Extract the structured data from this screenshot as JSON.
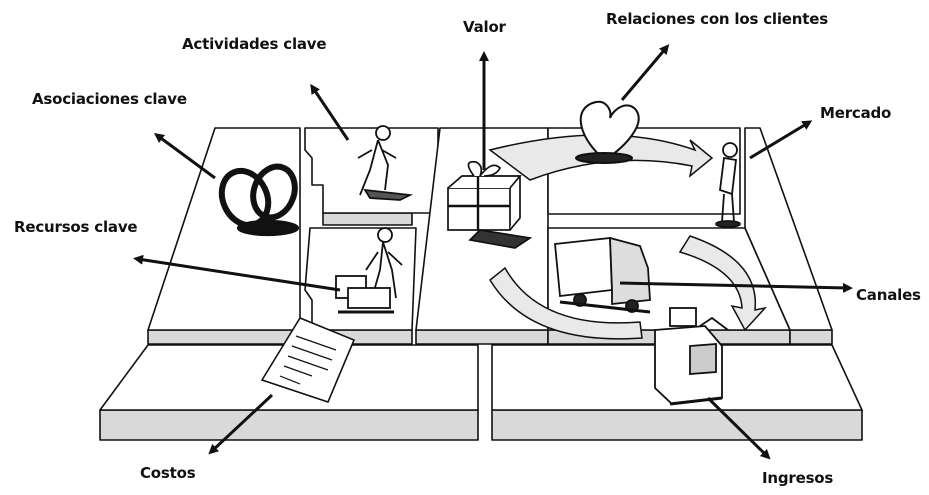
{
  "labels": {
    "actividades_clave": "Actividades clave",
    "asociaciones_clave": "Asociaciones clave",
    "recursos_clave": "Recursos clave",
    "costos": "Costos",
    "valor": "Valor",
    "relaciones_clientes": "Relaciones con los clientes",
    "mercado": "Mercado",
    "canales": "Canales",
    "ingresos": "Ingresos"
  },
  "colors": {
    "ink": "#111111",
    "board_top": "#ffffff",
    "board_side": "#d9d9d9",
    "board_shadow": "#bdbdbd",
    "ring_fill": "#f2f2f2"
  },
  "icons": [
    "rings-icon",
    "worker-icon",
    "heart-icon",
    "gift-icon",
    "truck-icon",
    "customer-icon",
    "cash-register-icon",
    "document-icon"
  ]
}
